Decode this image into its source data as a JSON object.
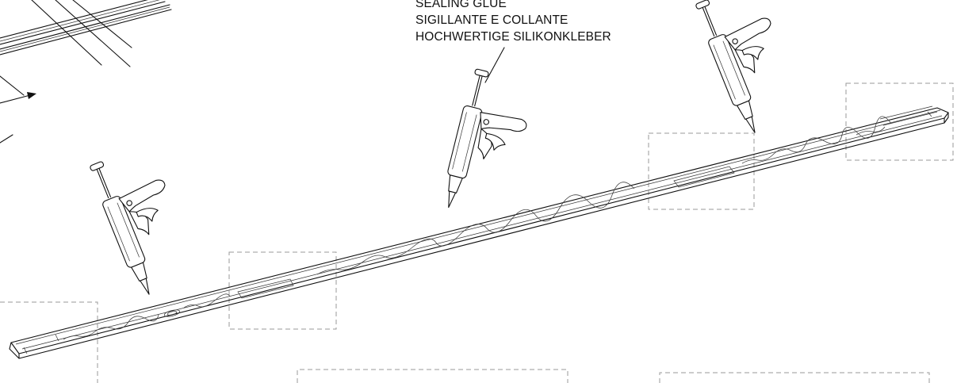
{
  "callout": {
    "lines": [
      "SEALING GLUE",
      "SIGILLANTE E COLLANTE",
      "HOCHWERTIGE SILIKONKLEBER"
    ]
  },
  "components": {
    "strip": "sealing-strip",
    "tool": "glue-gun-icon",
    "glue_guns_count": 3,
    "detail_frames_count": 6
  }
}
